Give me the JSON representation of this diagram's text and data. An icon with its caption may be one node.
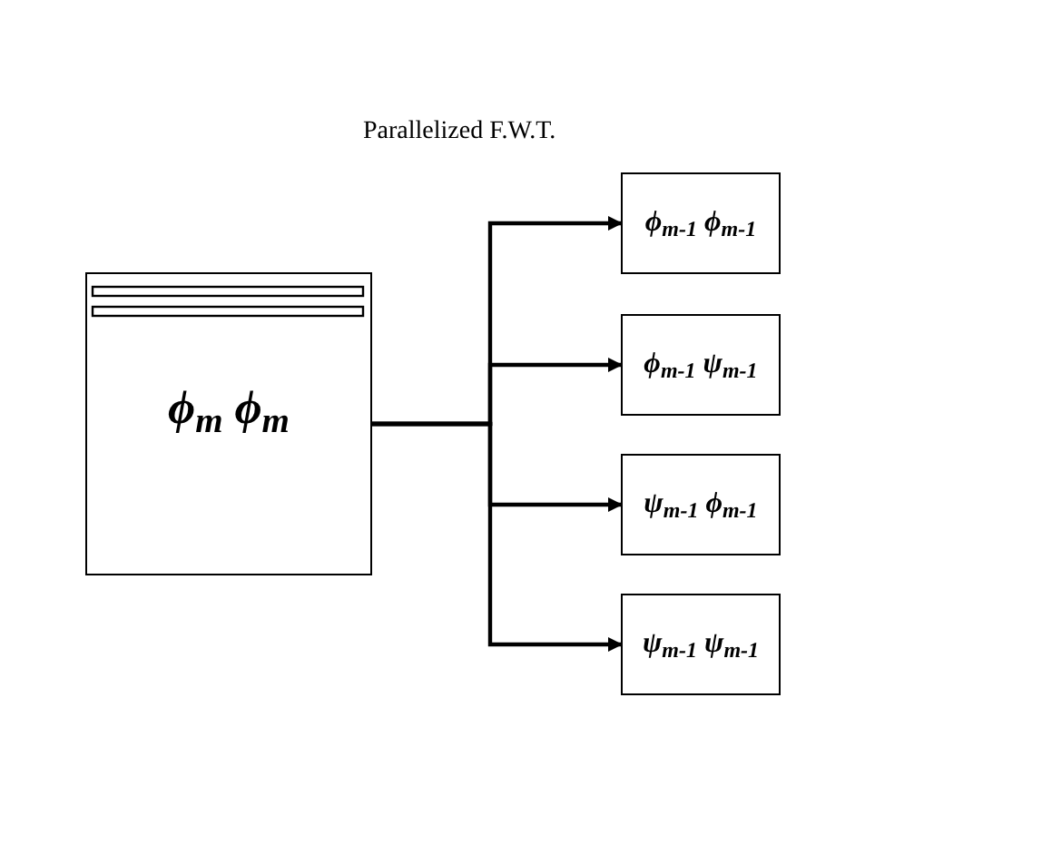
{
  "diagram": {
    "title": "Parallelized F.W.T.",
    "nodes": [
      {
        "text": [
          "ϕ$_{m}$ ϕ$_{m}$"
        ]
      },
      {
        "text": [
          "ϕ$_{m-1}$ ϕ$_{m-1}$"
        ]
      },
      {
        "text": [
          "ϕ$_{m-1}$ ψ$_{m-1}$"
        ]
      },
      {
        "text": [
          "ψ$_{m-1}$ ϕ$_{m-1}$"
        ]
      },
      {
        "text": [
          "ψ$_{m-1}$ ψ$_{m-1}$"
        ]
      }
    ],
    "edges": [
      {
        "from": 0,
        "to": 1,
        "arrow": "to"
      },
      {
        "from": 0,
        "to": 2,
        "arrow": "to"
      },
      {
        "from": 0,
        "to": 3,
        "arrow": "to"
      },
      {
        "from": 0,
        "to": 4,
        "arrow": "to"
      }
    ]
  }
}
